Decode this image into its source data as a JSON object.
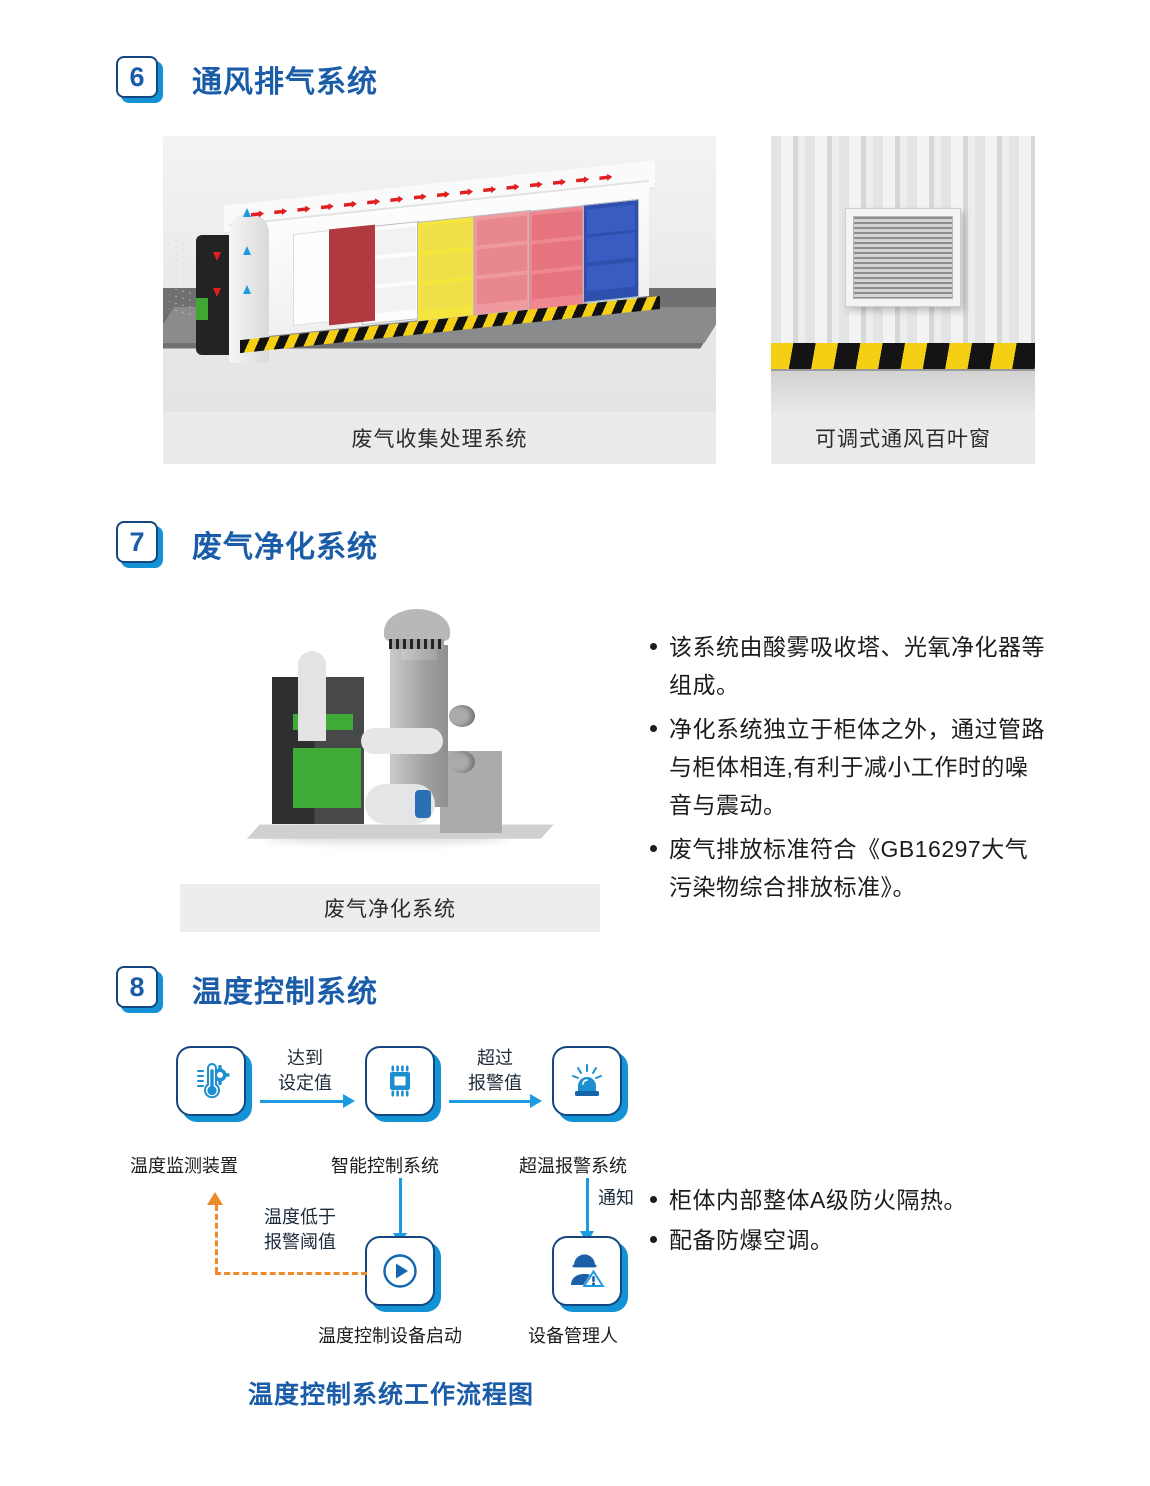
{
  "sections": [
    {
      "number": "6",
      "title": "通风排气系统",
      "panels": [
        {
          "caption": "废气收集处理系统",
          "art": "container-exhaust-collection-3d"
        },
        {
          "caption": "可调式通风百叶窗",
          "art": "adjustable-louver-vent-photo"
        }
      ]
    },
    {
      "number": "7",
      "title": "废气净化系统",
      "panels": [
        {
          "caption": "废气净化系统",
          "art": "exhaust-purification-equipment-3d"
        }
      ],
      "bullets": [
        "该系统由酸雾吸收塔、光氧净化器等组成。",
        "净化系统独立于柜体之外，通过管路与柜体相连,有利于减小工作时的噪音与震动。",
        "废气排放标准符合《GB16297大气污染物综合排放标准》。"
      ]
    },
    {
      "number": "8",
      "title": "温度控制系统",
      "bullets": [
        "柜体内部整体A级防火隔热。",
        "配备防爆空调。"
      ],
      "flow": {
        "caption": "温度控制系统工作流程图",
        "nodes": [
          {
            "id": "monitor",
            "label": "温度监测装置",
            "icon": "thermometer-gear-icon"
          },
          {
            "id": "controller",
            "label": "智能控制系统",
            "icon": "chip-icon"
          },
          {
            "id": "alarm",
            "label": "超温报警系统",
            "icon": "siren-icon"
          },
          {
            "id": "device",
            "label": "温度控制设备启动",
            "icon": "play-circle-icon"
          },
          {
            "id": "manager",
            "label": "设备管理人",
            "icon": "worker-warning-icon"
          }
        ],
        "edges": [
          {
            "from": "monitor",
            "to": "controller",
            "label": "达到\n设定值",
            "label_line1": "达到",
            "label_line2": "设定值",
            "style": "solid"
          },
          {
            "from": "controller",
            "to": "alarm",
            "label_line1": "超过",
            "label_line2": "报警值",
            "style": "solid"
          },
          {
            "from": "controller",
            "to": "device",
            "label_line1": "",
            "label_line2": "",
            "style": "solid"
          },
          {
            "from": "alarm",
            "to": "manager",
            "label_line1": "通知",
            "label_line2": "",
            "style": "solid"
          },
          {
            "from": "device",
            "to": "monitor",
            "label_line1": "温度低于",
            "label_line2": "报警阈值",
            "style": "dashed-orange"
          }
        ]
      }
    }
  ],
  "colors": {
    "brand_navy": "#1a5ca8",
    "badge_border": "#15467f",
    "badge_shadow": "#1492d6",
    "arrow_blue": "#1d9ae0",
    "dashed_orange": "#ed8b2a",
    "caption_bg": "#ebebeb",
    "text_dark": "#1c1c1c"
  }
}
